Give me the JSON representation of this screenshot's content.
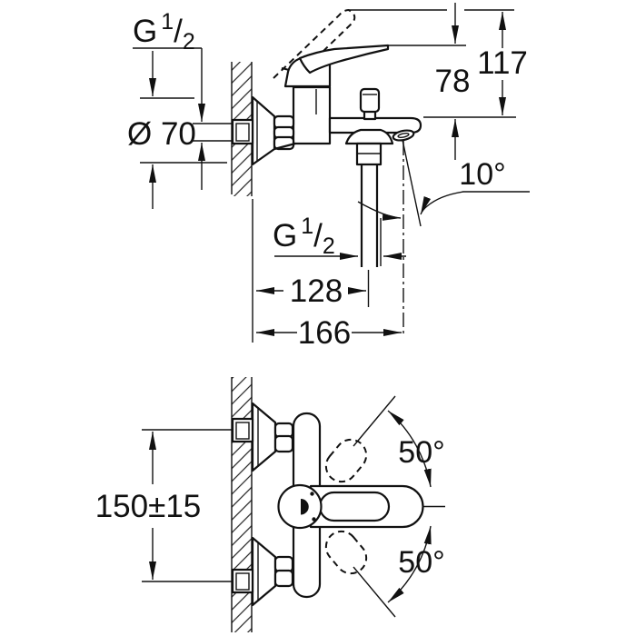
{
  "drawing": {
    "type": "bath-mixer-installation-drawing",
    "line_color": "#111111",
    "background": "#ffffff"
  },
  "side_view": {
    "wall_thread": {
      "prefix": "G",
      "numerator": "1",
      "slash": "/",
      "denominator": "2"
    },
    "escutcheon_diameter": "Ø 70",
    "lever_height": "78",
    "lever_raised_height": "117",
    "spout_angle": "10°",
    "hose_thread": {
      "prefix": "G",
      "numerator": "1",
      "slash": "/",
      "denominator": "2"
    },
    "wall_to_hose": "128",
    "wall_to_spout_tip": "166"
  },
  "front_view": {
    "inlet_spacing": "150±15",
    "swing_up": "50°",
    "swing_down": "50°"
  }
}
